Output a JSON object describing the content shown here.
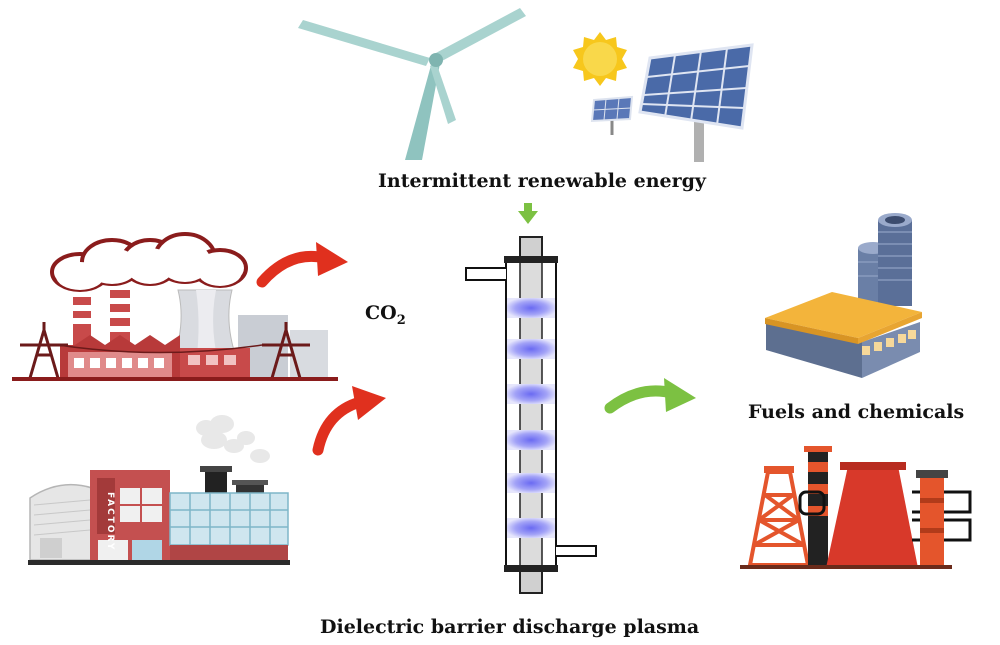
{
  "labels": {
    "renewable": "Intermittent renewable energy",
    "co2_main": "CO",
    "co2_sub": "2",
    "fuels": "Fuels and chemicals",
    "dbd": "Dielectric barrier discharge plasma",
    "factory_sign": "FACTORY"
  },
  "colors": {
    "arrow_red": "#e0301e",
    "arrow_green": "#7cc142",
    "plasma": "#7b7bf0",
    "turbine": "#9cc9c6",
    "panel": "#4a6aa8",
    "sun": "#f7c71c",
    "plant": "#c84a4a",
    "industry_orange": "#e4552c",
    "roof": "#f3b43b",
    "tower_blue": "#6a7fa6"
  }
}
